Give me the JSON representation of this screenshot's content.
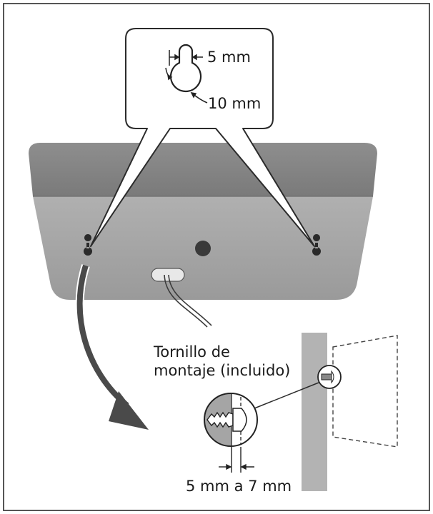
{
  "callout": {
    "keyhole_width_label": "5 mm",
    "keyhole_head_label": "10 mm"
  },
  "screw": {
    "label_line1": "Tornillo de",
    "label_line2": "montaje (incluido)",
    "protrusion_label": "5 mm a 7 mm"
  },
  "colors": {
    "frame": "#555555",
    "device_top": "#8a8a8a",
    "device_front": "#a9a9a9",
    "wall": "#b3b3b3",
    "arrow": "#4a4a4a",
    "line": "#2b2b2b"
  }
}
